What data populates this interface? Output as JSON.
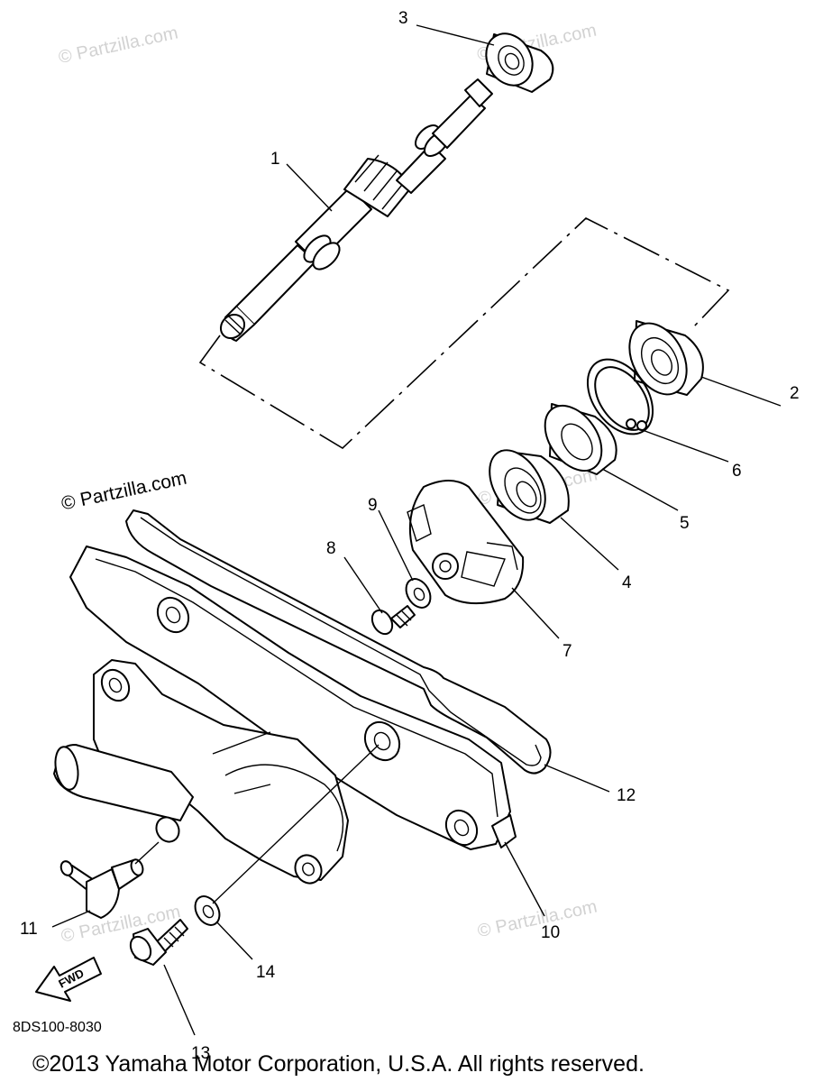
{
  "callouts": {
    "c1": "1",
    "c2": "2",
    "c3": "3",
    "c4": "4",
    "c5": "5",
    "c6": "6",
    "c7": "7",
    "c8": "8",
    "c9": "9",
    "c10": "10",
    "c11": "11",
    "c12": "12",
    "c13": "13",
    "c14": "14"
  },
  "watermark": {
    "text": "© Partzilla.com"
  },
  "fwd_label": "FWD",
  "diagram_code": "8DS100-8030",
  "copyright": "©2013 Yamaha Motor Corporation, U.S.A. All rights reserved.",
  "colors": {
    "ink": "#000000",
    "watermark": "#d2d2d2",
    "background": "#ffffff"
  }
}
